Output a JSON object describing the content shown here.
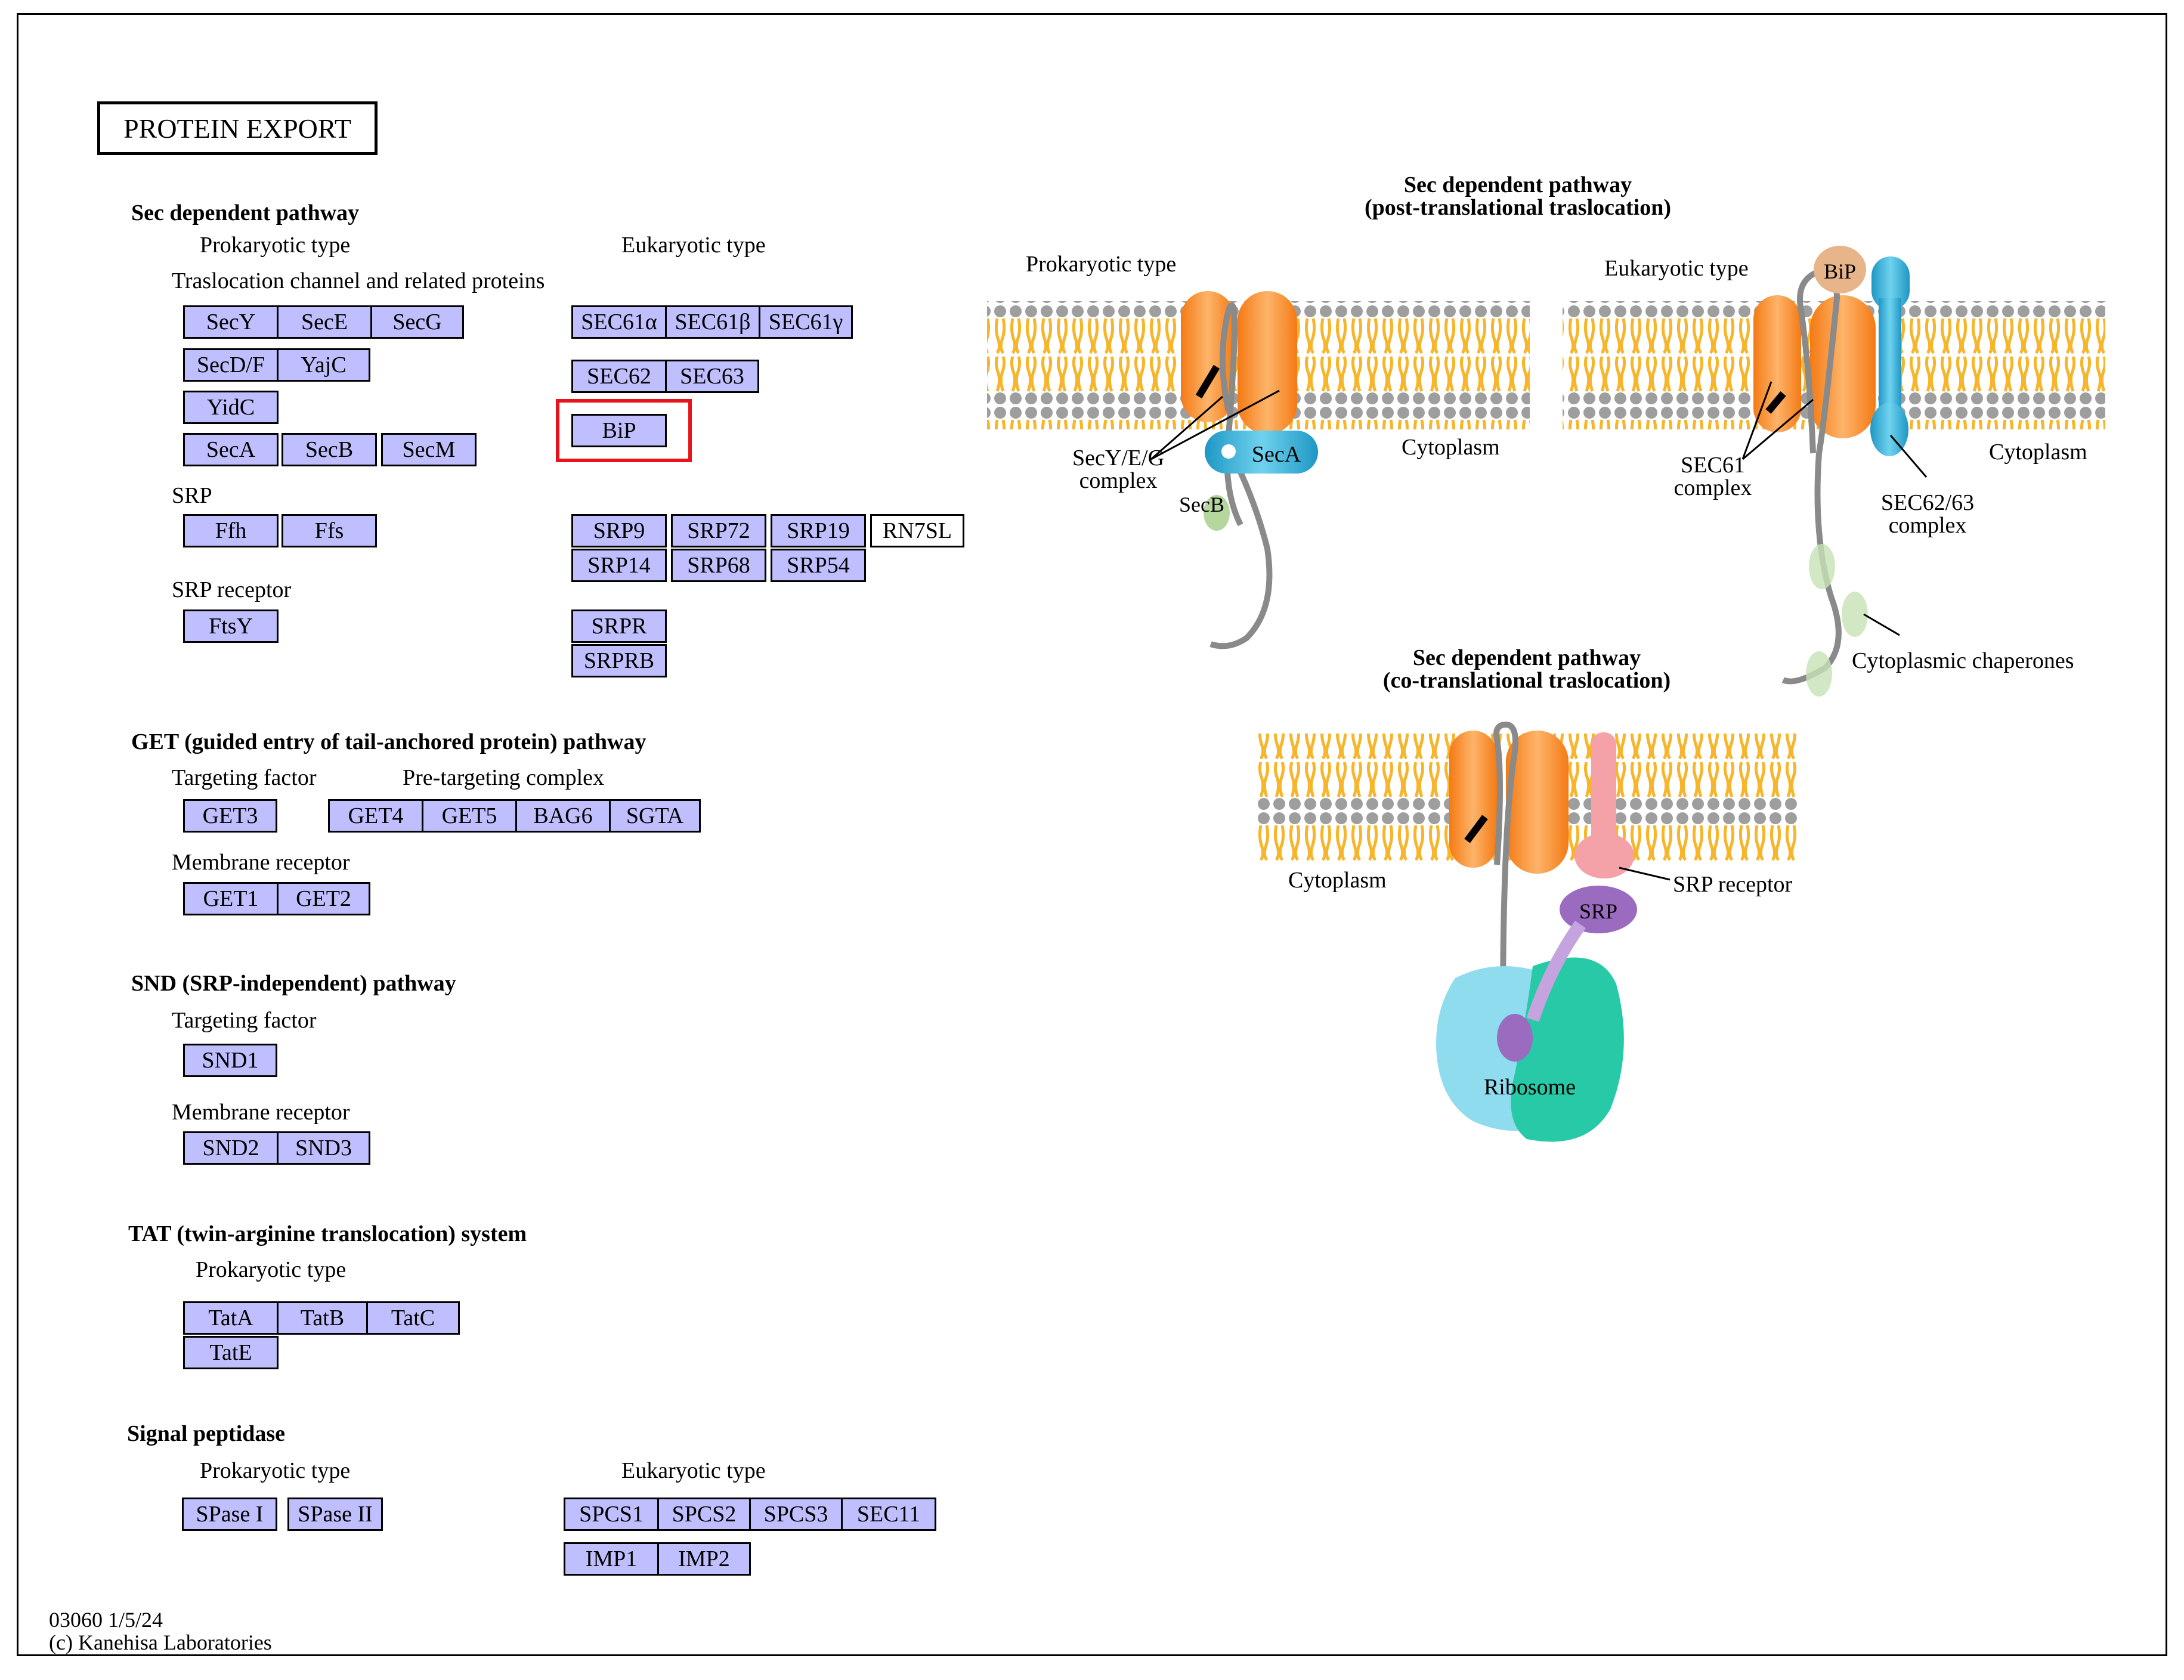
{
  "title": "PROTEIN EXPORT",
  "sections": {
    "sec": {
      "heading": "Sec dependent pathway",
      "prokaryotic_label": "Prokaryotic type",
      "eukaryotic_label": "Eukaryotic type",
      "channel_label": "Traslocation channel and related proteins",
      "srp_label": "SRP",
      "srp_receptor_label": "SRP receptor"
    },
    "get": {
      "heading": "GET (guided entry of tail-anchored protein) pathway",
      "targeting_label": "Targeting factor",
      "pretargeting_label": "Pre-targeting complex",
      "membrane_label": "Membrane receptor"
    },
    "snd": {
      "heading": "SND (SRP-independent) pathway",
      "targeting_label": "Targeting factor",
      "membrane_label": "Membrane receptor"
    },
    "tat": {
      "heading": "TAT (twin-arginine translocation) system",
      "prokaryotic_label": "Prokaryotic type"
    },
    "sp": {
      "heading": "Signal peptidase",
      "prokaryotic_label": "Prokaryotic type",
      "eukaryotic_label": "Eukaryotic type"
    }
  },
  "genes": {
    "secy": "SecY",
    "sece": "SecE",
    "secg": "SecG",
    "secdf": "SecD/F",
    "yajc": "YajC",
    "yidc": "YidC",
    "seca": "SecA",
    "secb": "SecB",
    "secm": "SecM",
    "ffh": "Ffh",
    "ffs": "Ffs",
    "ftsy": "FtsY",
    "sec61a": "SEC61α",
    "sec61b": "SEC61β",
    "sec61g": "SEC61γ",
    "sec62": "SEC62",
    "sec63": "SEC63",
    "bip": "BiP",
    "srp9": "SRP9",
    "srp72": "SRP72",
    "srp19": "SRP19",
    "rn7sl": "RN7SL",
    "srp14": "SRP14",
    "srp68": "SRP68",
    "srp54": "SRP54",
    "srpr": "SRPR",
    "srprb": "SRPRB",
    "get3": "GET3",
    "get4": "GET4",
    "get5": "GET5",
    "bag6": "BAG6",
    "sgta": "SGTA",
    "get1": "GET1",
    "get2": "GET2",
    "snd1": "SND1",
    "snd2": "SND2",
    "snd3": "SND3",
    "tata": "TatA",
    "tatb": "TatB",
    "tatc": "TatC",
    "tate": "TatE",
    "spase1": "SPase I",
    "spase2": "SPase II",
    "spcs1": "SPCS1",
    "spcs2": "SPCS2",
    "spcs3": "SPCS3",
    "sec11": "SEC11",
    "imp1": "IMP1",
    "imp2": "IMP2"
  },
  "illustration": {
    "post_title_1": "Sec dependent pathway",
    "post_title_2": "(post-translational traslocation)",
    "co_title_1": "Sec dependent pathway",
    "co_title_2": "(co-translational traslocation)",
    "prok_type": "Prokaryotic type",
    "euk_type": "Eukaryotic type",
    "secyeg_1": "SecY/E/G",
    "secyeg_2": "complex",
    "seca": "SecA",
    "secb": "SecB",
    "cytoplasm_1": "Cytoplasm",
    "cytoplasm_2": "Cytoplasm",
    "cytoplasm_3": "Cytoplasm",
    "bip": "BiP",
    "sec61_1": "SEC61",
    "sec61_2": "complex",
    "sec6263_1": "SEC62/63",
    "sec6263_2": "complex",
    "chaperones": "Cytoplasmic chaperones",
    "srp_receptor": "SRP receptor",
    "srp": "SRP",
    "ribosome": "Ribosome"
  },
  "footer": {
    "id_date": "03060 1/5/24",
    "copyright": "(c) Kanehisa Laboratories"
  },
  "colors": {
    "gene_fill": "#bfbfff",
    "highlight": "#e8141c",
    "membrane_lipid": "#f7b52c",
    "membrane_head": "#9e9e9e",
    "channel": "#f58a1f",
    "seca": "#2ba7cf",
    "secb": "#a8d08d",
    "bip": "#e8b48a",
    "srp_receptor": "#f4a1a8",
    "srp": "#9b6bbf",
    "ribosome_light": "#7fd6ea",
    "ribosome_dark": "#22c7a6"
  }
}
